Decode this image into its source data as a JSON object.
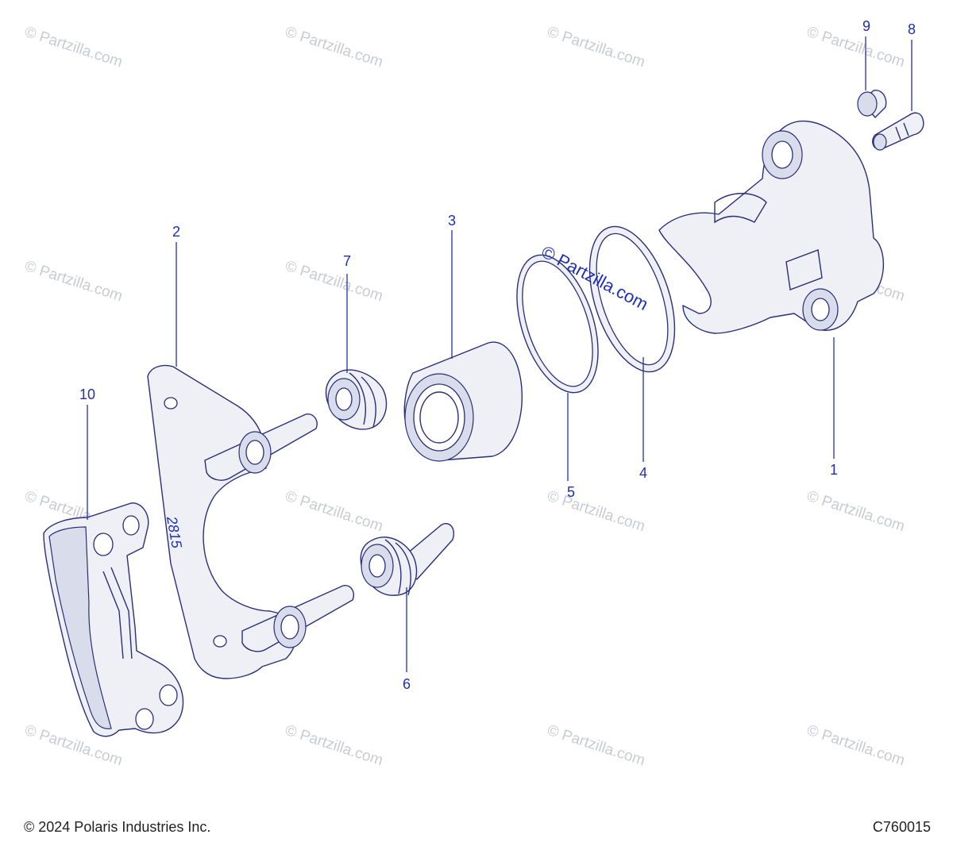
{
  "watermark": {
    "text": "© Partzilla.com",
    "center_text": "© Partzilla.com"
  },
  "callouts": [
    "1",
    "2",
    "3",
    "4",
    "5",
    "6",
    "7",
    "8",
    "9",
    "10"
  ],
  "parts": {
    "p1": "caliper-body",
    "p2": "caliper-bracket",
    "p3": "piston",
    "p4": "seal-large",
    "p5": "seal-small",
    "p6": "slide-pin-boot-lower",
    "p7": "slide-pin-boot-upper",
    "p8": "bleeder-screw",
    "p9": "bleeder-cap",
    "p10": "brake-pad"
  },
  "bracket_stamp": "2815",
  "footer": {
    "copyright": "© 2024 Polaris Industries Inc.",
    "code": "C760015"
  },
  "colors": {
    "line": "#2a2e7a",
    "callout": "#1f2fb8",
    "fill": "#eef0f6",
    "watermark": "#c9cbd4"
  }
}
